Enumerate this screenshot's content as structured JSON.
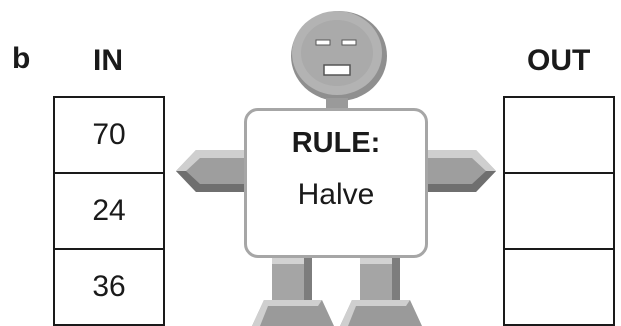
{
  "part_label": "b",
  "in_header": "IN",
  "out_header": "OUT",
  "rule": {
    "title": "RULE:",
    "text": "Halve"
  },
  "inputs": [
    "70",
    "24",
    "36"
  ],
  "outputs": [
    "",
    "",
    ""
  ],
  "colors": {
    "robot_fill": "#a9a9a9",
    "robot_dark": "#7a7a7a",
    "robot_light": "#d0d0d0",
    "border": "#1a1a1a"
  }
}
